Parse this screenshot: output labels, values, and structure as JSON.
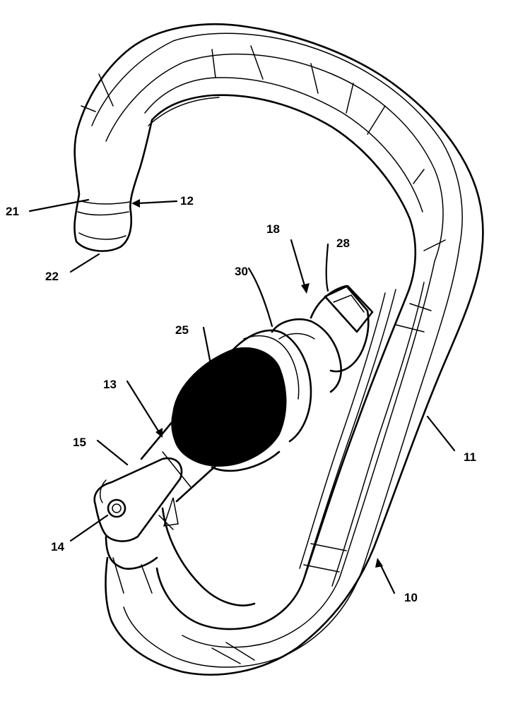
{
  "figure": {
    "labels": {
      "l10": "10",
      "l11": "11",
      "l12": "12",
      "l13": "13",
      "l14": "14",
      "l15": "15",
      "l18": "18",
      "l21": "21",
      "l22": "22",
      "l25": "25",
      "l28": "28",
      "l30": "30"
    }
  }
}
